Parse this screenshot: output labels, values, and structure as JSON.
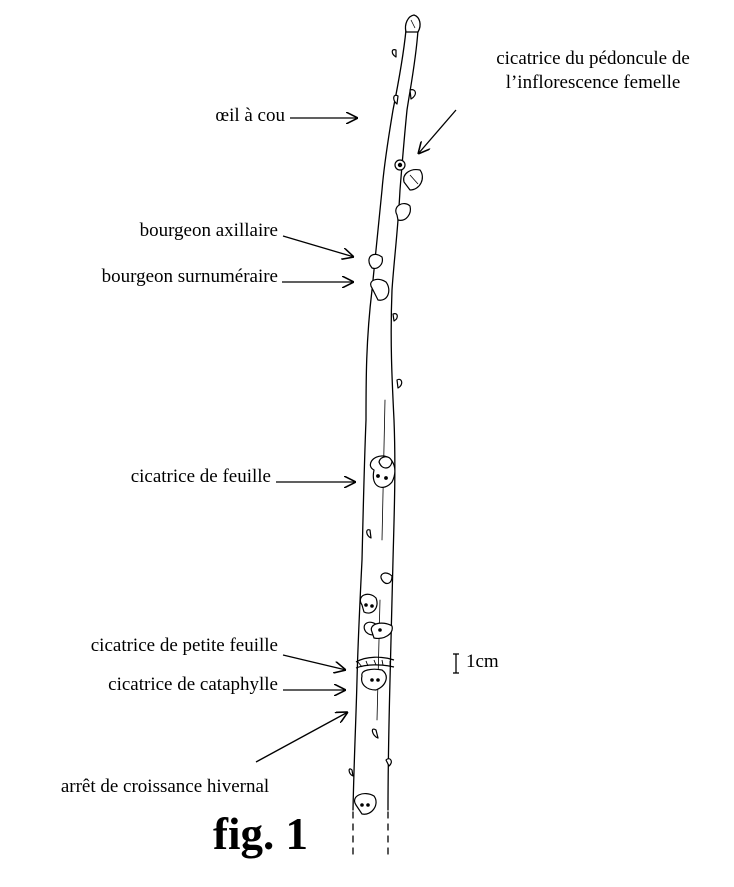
{
  "figure": {
    "title": "fig. 1",
    "scale_label": "1cm"
  },
  "labels": {
    "oeil_a_cou": "œil à cou",
    "pedoncule_line1": "cicatrice du pédoncule de",
    "pedoncule_line2": "l’inflorescence femelle",
    "bourgeon_axillaire": "bourgeon axillaire",
    "bourgeon_surnumeraire": "bourgeon surnuméraire",
    "cicatrice_feuille": "cicatrice de feuille",
    "cicatrice_petite_feuille": "cicatrice de petite feuille",
    "cicatrice_cataphylle": "cicatrice de cataphylle",
    "arret_croissance": "arrêt de croissance hivernal"
  }
}
